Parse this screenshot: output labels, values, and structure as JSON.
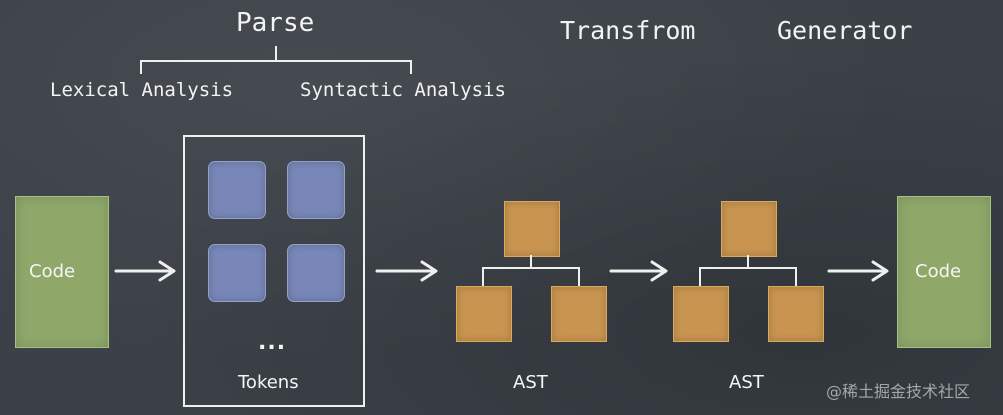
{
  "stages": {
    "parse": "Parse",
    "lexical": "Lexical Analysis",
    "syntactic": "Syntactic Analysis",
    "transform": "Transfrom",
    "generator": "Generator"
  },
  "blocks": {
    "input_code": "Code",
    "tokens_ellipsis": "...",
    "tokens_label": "Tokens",
    "ast_1": "AST",
    "ast_2": "AST",
    "output_code": "Code"
  },
  "watermark": "@稀土掘金技术社区",
  "colors": {
    "background": "#3b4147",
    "code_block": "#8fa86a",
    "token": "#7887b8",
    "ast_node": "#c8944f",
    "chalk": "#efefef"
  }
}
